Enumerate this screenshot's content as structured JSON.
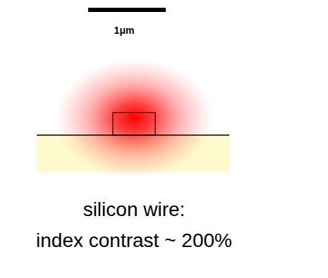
{
  "diagram": {
    "labels": [
      "1μm",
      "silicon wire:",
      "index contrast ~ 200%"
    ]
  }
}
